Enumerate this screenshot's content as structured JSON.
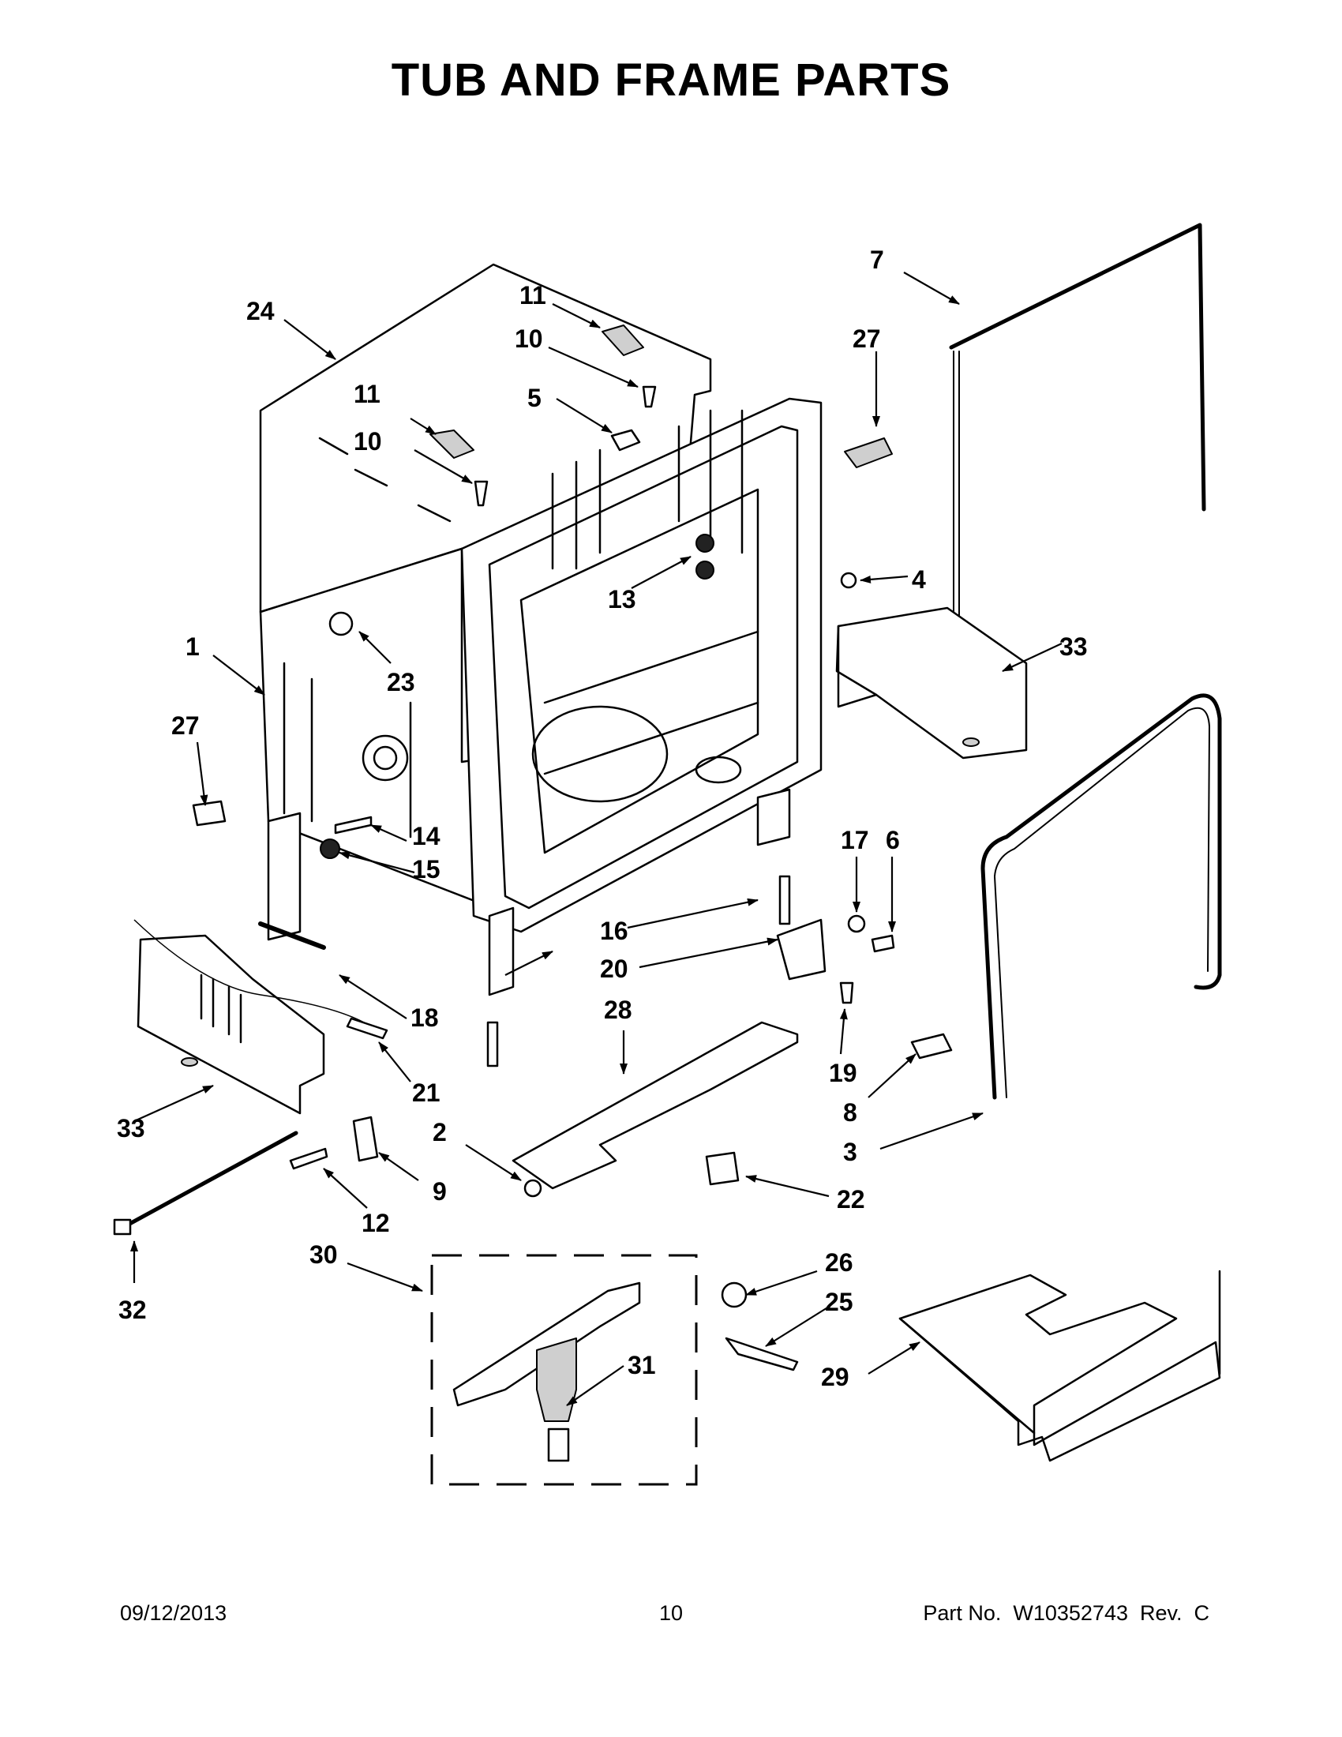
{
  "title": "TUB AND FRAME PARTS",
  "footer": {
    "date": "09/12/2013",
    "page": "10",
    "part_number": "Part No.  W10352743  Rev.  C"
  },
  "callouts": {
    "c1": "1",
    "c2": "2",
    "c3": "3",
    "c4": "4",
    "c5": "5",
    "c6": "6",
    "c7": "7",
    "c8": "8",
    "c9": "9",
    "c10a": "10",
    "c10b": "10",
    "c11a": "11",
    "c11b": "11",
    "c12": "12",
    "c13": "13",
    "c14": "14",
    "c15": "15",
    "c16": "16",
    "c17": "17",
    "c18": "18",
    "c19": "19",
    "c20": "20",
    "c21": "21",
    "c22": "22",
    "c23": "23",
    "c24": "24",
    "c25": "25",
    "c26": "26",
    "c27a": "27",
    "c27b": "27",
    "c28": "28",
    "c29": "29",
    "c30": "30",
    "c31": "31",
    "c32": "32",
    "c33a": "33",
    "c33b": "33"
  }
}
